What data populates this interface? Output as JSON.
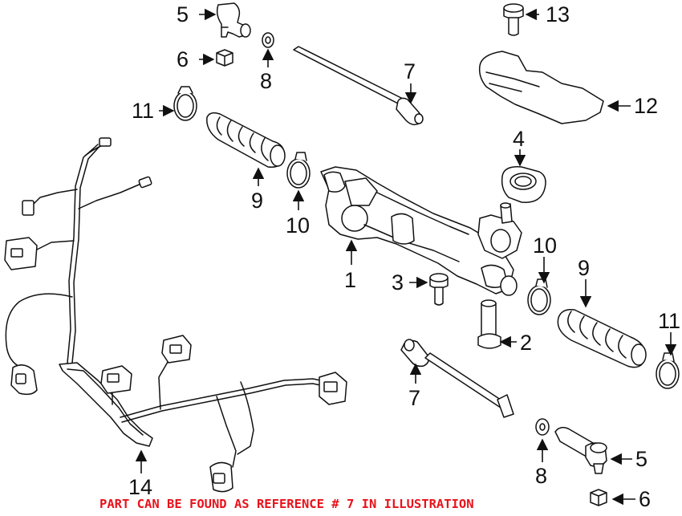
{
  "diagram": {
    "callouts": [
      {
        "id": "c5a",
        "label": "5"
      },
      {
        "id": "c6a",
        "label": "6"
      },
      {
        "id": "c8a",
        "label": "8"
      },
      {
        "id": "c7a",
        "label": "7"
      },
      {
        "id": "c13",
        "label": "13"
      },
      {
        "id": "c12",
        "label": "12"
      },
      {
        "id": "c11a",
        "label": "11"
      },
      {
        "id": "c9a",
        "label": "9"
      },
      {
        "id": "c10a",
        "label": "10"
      },
      {
        "id": "c4",
        "label": "4"
      },
      {
        "id": "c1",
        "label": "1"
      },
      {
        "id": "c3",
        "label": "3"
      },
      {
        "id": "c10b",
        "label": "10"
      },
      {
        "id": "c9b",
        "label": "9"
      },
      {
        "id": "c2",
        "label": "2"
      },
      {
        "id": "c11b",
        "label": "11"
      },
      {
        "id": "c7b",
        "label": "7"
      },
      {
        "id": "c8b",
        "label": "8"
      },
      {
        "id": "c5b",
        "label": "5"
      },
      {
        "id": "c14",
        "label": "14"
      },
      {
        "id": "c6b",
        "label": "6"
      }
    ],
    "footnote": "PART CAN BE FOUND AS REFERENCE # 7 IN ILLUSTRATION",
    "colors": {
      "line": "#111111",
      "footnote": "#e8121b",
      "background": "#ffffff"
    }
  }
}
